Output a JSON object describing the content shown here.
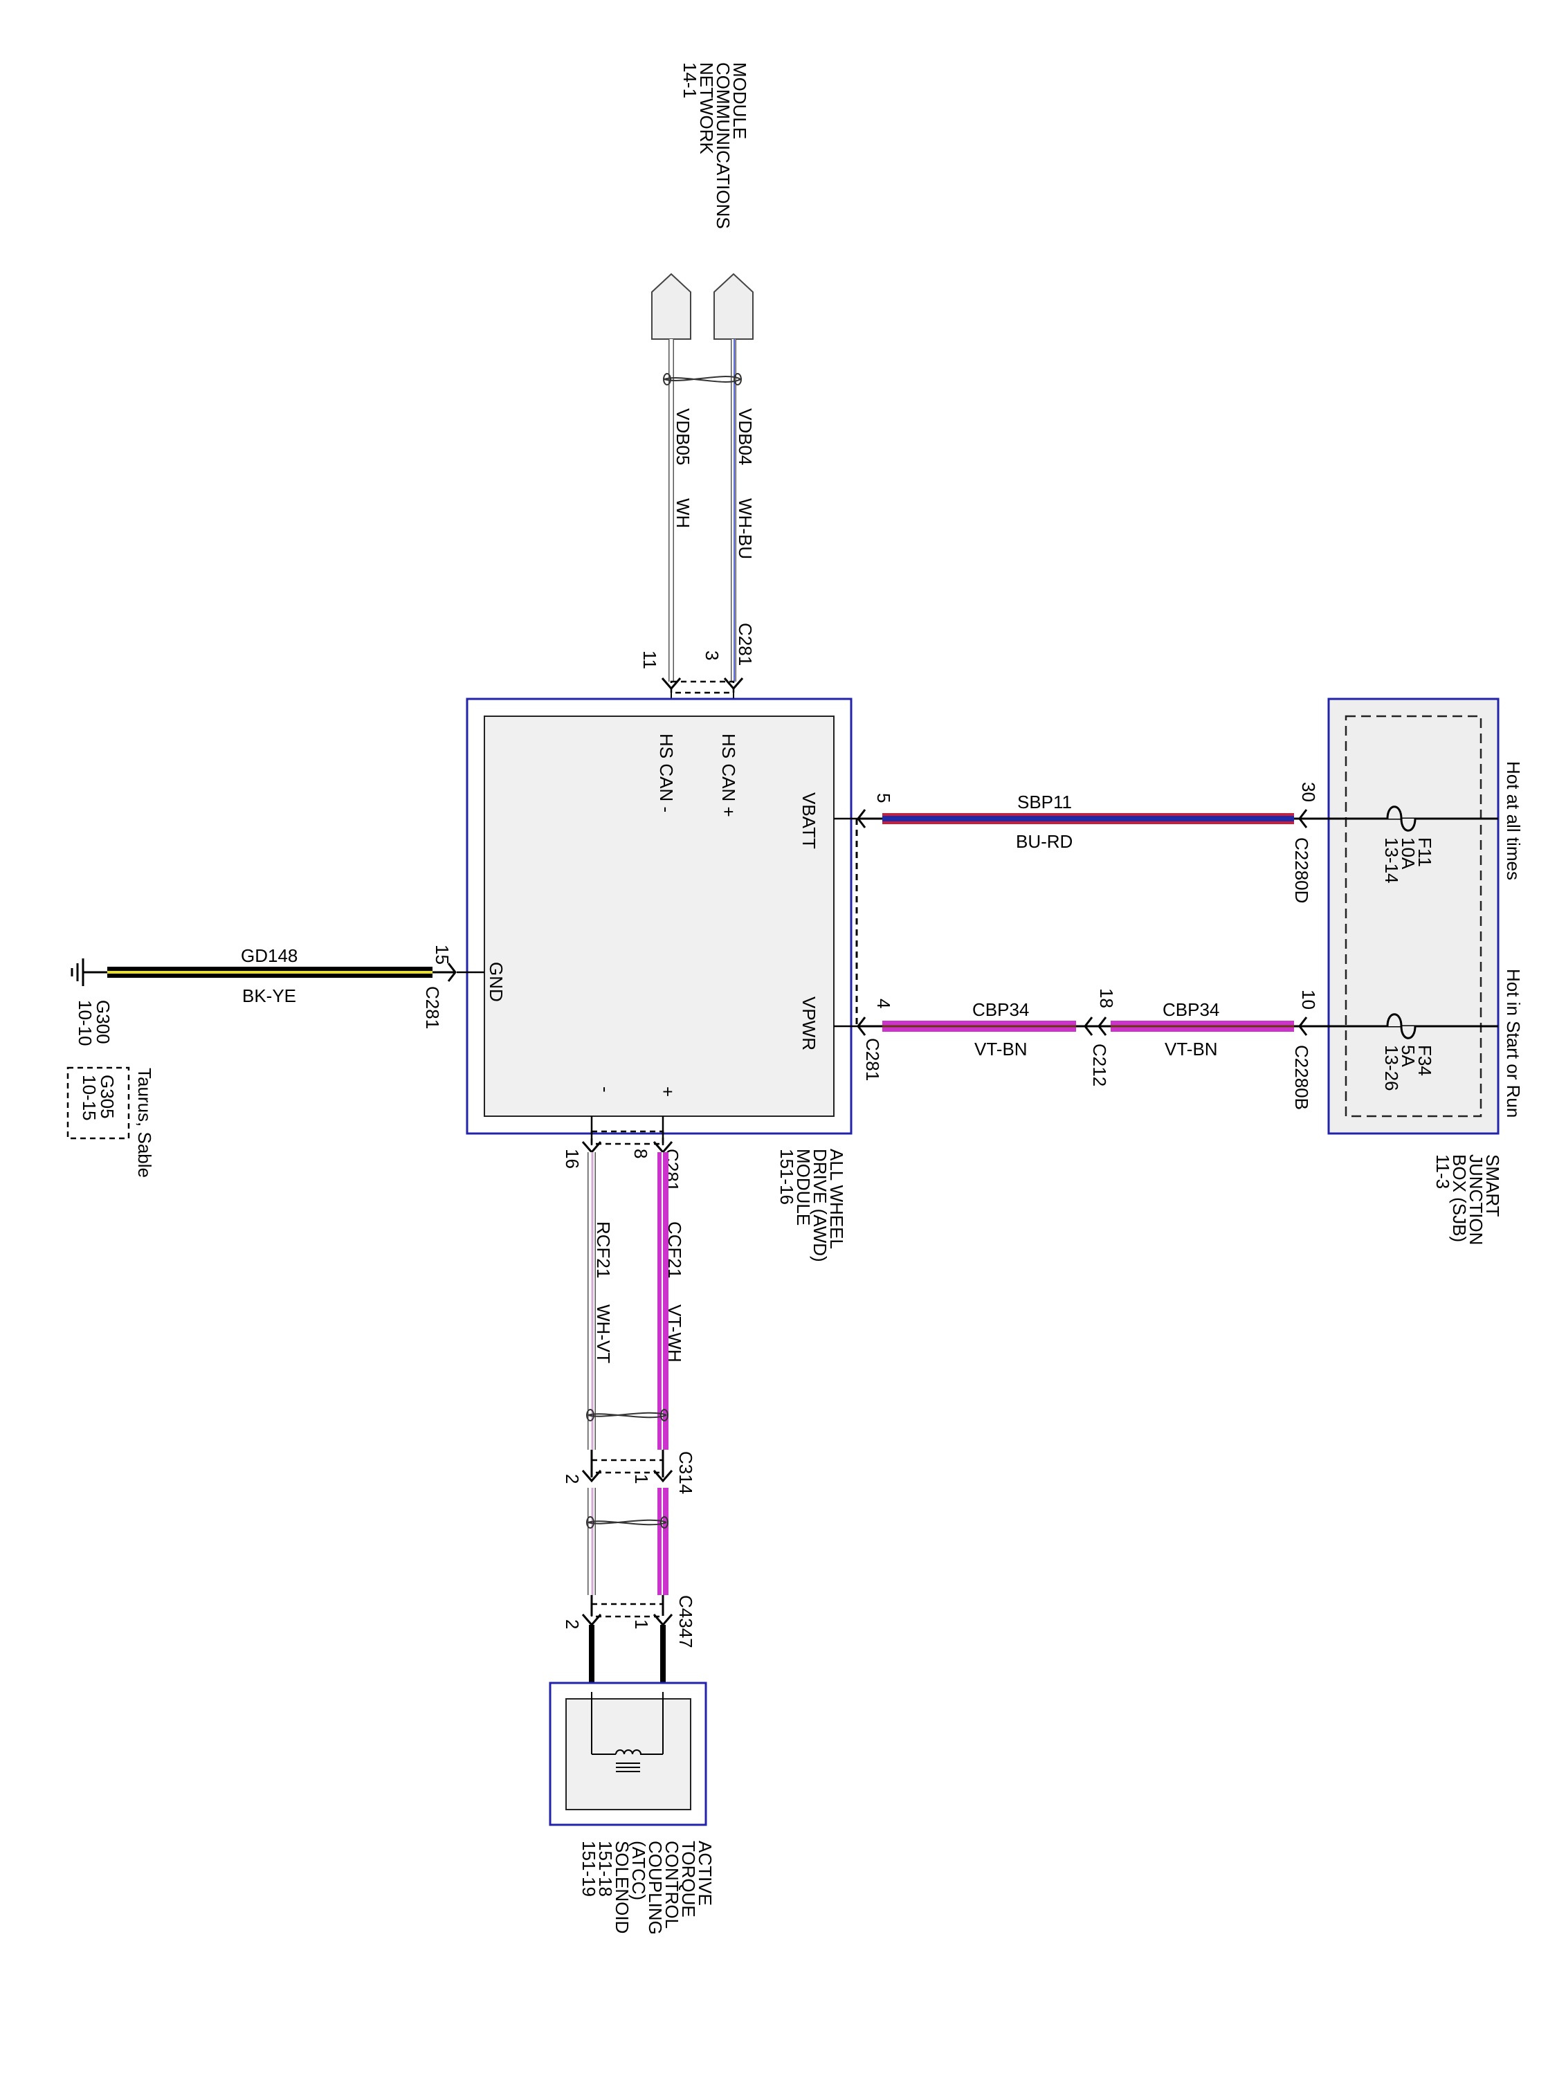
{
  "module_network": {
    "lines": [
      "MODULE",
      "COMMUNICATIONS",
      "NETWORK",
      "14-1"
    ]
  },
  "can_wires": [
    {
      "circuit": "VDB04",
      "color": "WH-BU",
      "pin": "3"
    },
    {
      "circuit": "VDB05",
      "color": "WH",
      "pin": "11"
    }
  ],
  "awd_module": {
    "connector": "C281",
    "pins": {
      "hs_can_plus": "HS CAN +",
      "hs_can_minus": "HS CAN -",
      "vbatt": "VBATT",
      "vpwr": "VPWR",
      "gnd": "GND",
      "plus": "+",
      "minus": "-"
    },
    "name_lines": [
      "ALL WHEEL",
      "DRIVE (AWD)",
      "MODULE",
      "151-16"
    ]
  },
  "power_circuits": [
    {
      "module_pin": "5",
      "circuit": "SBP11",
      "color": "BU-RD",
      "sjb_pin": "30",
      "sjb_connector": "C2280D",
      "fuse": [
        "F11",
        "10A",
        "13-14"
      ],
      "hot_label": "Hot at all times"
    },
    {
      "module_pin": "4",
      "module_connector": "C281",
      "circuit_a": "CBP34",
      "color_a": "VT-BN",
      "inline_pin": "18",
      "inline_connector": "C212",
      "circuit_b": "CBP34",
      "color_b": "VT-BN",
      "sjb_pin": "10",
      "sjb_connector": "C2280B",
      "fuse": [
        "F34",
        "5A",
        "13-26"
      ],
      "hot_label": "Hot in Start or Run"
    }
  ],
  "sjb": {
    "name_lines": [
      "SMART",
      "JUNCTION",
      "BOX (SJB)",
      "11-3"
    ]
  },
  "ground": {
    "pin": "15",
    "connector": "C281",
    "circuit": "GD148",
    "color": "BK-YE",
    "ground_id": "G300",
    "ground_page": "10-10",
    "alt_ground_id": "G305",
    "alt_ground_page": "10-15",
    "alt_note": "Taurus, Sable"
  },
  "solenoid_wires": [
    {
      "circuit": "CCF21",
      "color": "VT-WH",
      "module_pin": "8",
      "c314_pin": "1",
      "c4347_pin": "1"
    },
    {
      "circuit": "RCF21",
      "color": "WH-VT",
      "module_pin": "16",
      "c314_pin": "2",
      "c4347_pin": "2"
    }
  ],
  "connectors": {
    "c281": "C281",
    "c314": "C314",
    "c4347": "C4347"
  },
  "atcc": {
    "name_lines": [
      "ACTIVE",
      "TORQUE",
      "CONTROL",
      "COUPLING",
      "(ATCC)",
      "SOLENOID",
      "151-18",
      "151-19"
    ]
  },
  "colors": {
    "module_border": "#2222aa",
    "module_fill": "#f0f0f0",
    "wire_bu_rd_outer": "#c81e3c",
    "wire_bu_rd_inner": "#1e2aa8",
    "wire_vt": "#cc33cc",
    "wire_bn": "#6b3410",
    "wire_wh_bu": "#5a6adc",
    "wire_bk_ye": "#e8e020",
    "wire_wh_vt": "#d6a8d6"
  }
}
